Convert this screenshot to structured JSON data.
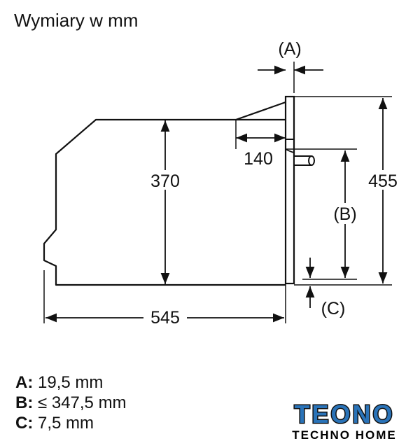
{
  "title": "Wymiary w mm",
  "dimensions": {
    "depth": "545",
    "height_body": "370",
    "height_front": "455",
    "offset_top": "140",
    "label_a": "(A)",
    "label_b": "(B)",
    "label_c": "(C)"
  },
  "specs": [
    {
      "key": "A:",
      "value": "19,5 mm"
    },
    {
      "key": "B:",
      "value": "≤ 347,5 mm"
    },
    {
      "key": "C:",
      "value": "7,5 mm"
    }
  ],
  "brand": {
    "name": "TEONO",
    "tagline": "TECHNO HOME",
    "colors": {
      "outline": "#111111",
      "fill": "#2a73b8",
      "text": "#000000"
    }
  }
}
